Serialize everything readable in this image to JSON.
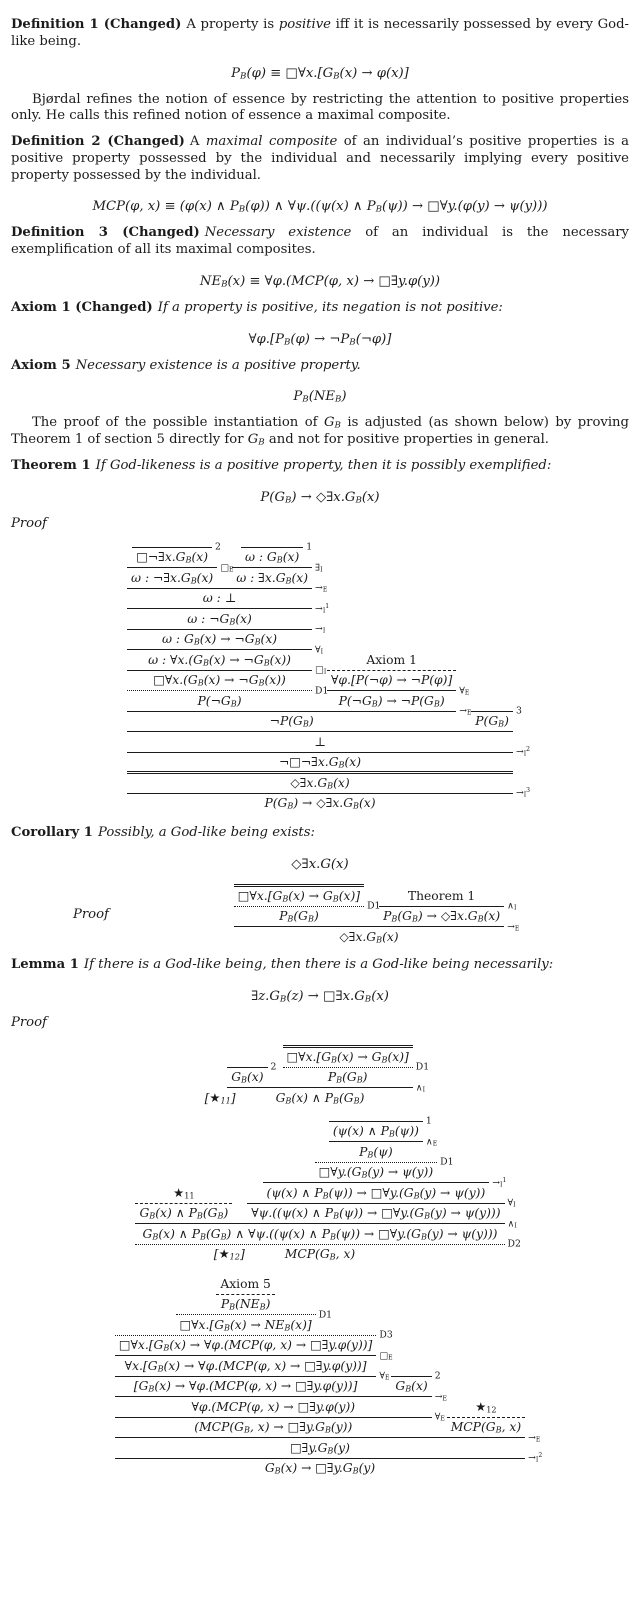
{
  "page": {
    "background": "#ffffff",
    "text_color": "#1b1b1b",
    "line_color": "#1b1b1b"
  },
  "doc": {
    "blocks": [
      {
        "kind": "para",
        "indent": false,
        "runs": [
          [
            "b",
            "Definition 1 (Changed)"
          ],
          [
            "",
            "A property is "
          ],
          [
            "i",
            "positive"
          ],
          [
            "",
            " iff it is necessarily possessed by every God-like being."
          ]
        ]
      },
      {
        "kind": "math",
        "tex": "P_{B}(φ) ≡ □∀x.[G_{B}(x) → φ(x)]"
      },
      {
        "kind": "para",
        "indent": true,
        "runs": [
          [
            "",
            "Bjørdal refines the notion of essence by restricting the attention to positive properties only. He calls this refined notion of essence a maximal composite."
          ]
        ]
      },
      {
        "kind": "para",
        "indent": false,
        "runs": [
          [
            "b",
            "Definition 2 (Changed)"
          ],
          [
            "",
            "A "
          ],
          [
            "i",
            "maximal composite"
          ],
          [
            "",
            " of an individual’s positive properties is a positive property possessed by the individual and necessarily implying every positive property possessed by the individual."
          ]
        ]
      },
      {
        "kind": "math",
        "tex": "MCP(φ, x) ≡ (φ(x) ∧ P_{B}(φ)) ∧ ∀ψ.((ψ(x) ∧ P_{B}(ψ)) → □∀y.(φ(y) → ψ(y)))"
      },
      {
        "kind": "para",
        "indent": false,
        "runs": [
          [
            "b",
            "Definition 3 (Changed)"
          ],
          [
            "i",
            "Necessary existence"
          ],
          [
            "",
            " of an individual is the necessary exemplification of all its maximal composites."
          ]
        ]
      },
      {
        "kind": "math",
        "tex": "NE_{B}(x) ≡ ∀φ.(MCP(φ, x) → □∃y.φ(y))"
      },
      {
        "kind": "para",
        "indent": false,
        "runs": [
          [
            "b",
            "Axiom 1 (Changed)"
          ],
          [
            "i",
            "If a property is positive, its negation is not positive:"
          ]
        ]
      },
      {
        "kind": "math",
        "tex": "∀φ.[P_{B}(φ) → ¬P_{B}(¬φ)]"
      },
      {
        "kind": "para",
        "indent": false,
        "runs": [
          [
            "b",
            "Axiom 5"
          ],
          [
            "i",
            "Necessary existence is a positive property."
          ]
        ]
      },
      {
        "kind": "math",
        "tex": "P_{B}(NE_{B})"
      },
      {
        "kind": "para",
        "indent": true,
        "runs": [
          [
            "",
            "The proof of the possible instantiation of "
          ],
          [
            "m",
            "G_{B}"
          ],
          [
            "",
            " is adjusted (as shown below) by proving Theorem 1 of section 5 directly for "
          ],
          [
            "m",
            "G_{B}"
          ],
          [
            "",
            " and not for positive properties in general."
          ]
        ]
      },
      {
        "kind": "para",
        "indent": false,
        "runs": [
          [
            "b",
            "Theorem 1"
          ],
          [
            "i",
            "If God-likeness is a positive property, then it is possibly exemplified:"
          ]
        ]
      },
      {
        "kind": "math",
        "tex": "P(G_{B}) → ◇∃x.G_{B}(x)"
      },
      {
        "kind": "para",
        "indent": false,
        "runs": [
          [
            "i",
            "Proof"
          ]
        ]
      },
      {
        "kind": "tree",
        "tree": "theorem1"
      },
      {
        "kind": "para",
        "indent": false,
        "runs": [
          [
            "b",
            "Corollary 1"
          ],
          [
            "i",
            "Possibly, a God-like being exists:"
          ]
        ]
      },
      {
        "kind": "math",
        "tex": "◇∃x.G(x)"
      },
      {
        "kind": "proofrow",
        "label": "Proof",
        "tree": "corollary1"
      },
      {
        "kind": "para",
        "indent": false,
        "runs": [
          [
            "b",
            "Lemma 1"
          ],
          [
            "i",
            "If there is a God-like being, then there is a God-like being necessarily:"
          ]
        ]
      },
      {
        "kind": "math",
        "tex": "∃z.G_{B}(z) → □∃x.G_{B}(x)"
      },
      {
        "kind": "para",
        "indent": false,
        "runs": [
          [
            "i",
            "Proof"
          ]
        ]
      },
      {
        "kind": "tree",
        "tree": "lemma1a"
      },
      {
        "kind": "tree",
        "tree": "lemma1b"
      },
      {
        "kind": "tree",
        "tree": "lemma1c"
      }
    ],
    "trees": {
      "theorem1": {
        "f": "P(G_{B}) → ◇∃x.G_{B}(x)",
        "v": "s",
        "r": "→_{I}^{3}",
        "p": [
          {
            "f": "◇∃x.G_{B}(x)",
            "v": "2",
            "p": [
              {
                "f": "¬□¬∃x.G_{B}(x)",
                "v": "s",
                "r": "→_{I}^{2}",
                "p": [
                  {
                    "f": "⊥",
                    "v": "s",
                    "p": [
                      {
                        "f": "¬P(G_{B})",
                        "v": "s",
                        "r": "→_{E}",
                        "p": [
                          {
                            "f": "P(¬G_{B})",
                            "v": "d",
                            "r": "D1",
                            "p": [
                              {
                                "f": "□∀x.(G_{B}(x) → ¬G_{B}(x))",
                                "v": "s",
                                "r": "□_{I}",
                                "p": [
                                  {
                                    "f": "ω : ∀x.(G_{B}(x) → ¬G_{B}(x))",
                                    "v": "s",
                                    "r": "∀_{I}",
                                    "p": [
                                      {
                                        "f": "ω : G_{B}(x) → ¬G_{B}(x)",
                                        "v": "s",
                                        "r": "→_{I}",
                                        "p": [
                                          {
                                            "f": "ω : ¬G_{B}(x)",
                                            "v": "s",
                                            "r": "→_{I}^{1}",
                                            "p": [
                                              {
                                                "f": "ω : ⊥",
                                                "v": "s",
                                                "r": "→_{E}",
                                                "p": [
                                                  {
                                                    "f": "ω : ¬∃x.G_{B}(x)",
                                                    "v": "s",
                                                    "r": "□_{E}",
                                                    "p": [
                                                      {
                                                        "f": "□¬∃x.G_{B}(x)",
                                                        "v": "s",
                                                        "r": "2"
                                                      }
                                                    ]
                                                  },
                                                  {
                                                    "f": "ω : ∃x.G_{B}(x)",
                                                    "v": "s",
                                                    "r": "∃_{I}",
                                                    "p": [
                                                      {
                                                        "f": "ω : G_{B}(x)",
                                                        "v": "s",
                                                        "r": "1"
                                                      }
                                                    ]
                                                  }
                                                ]
                                              }
                                            ]
                                          }
                                        ]
                                      }
                                    ]
                                  }
                                ]
                              }
                            ]
                          },
                          {
                            "f": "P(¬G_{B}) → ¬P(G_{B})",
                            "v": "s",
                            "r": "∀_{E}",
                            "p": [
                              {
                                "f": "∀φ.[P(¬φ) → ¬P(φ)]",
                                "v": "h",
                                "p": [
                                  {
                                    "f": "Axiom 1",
                                    "plain": true
                                  }
                                ]
                              }
                            ]
                          }
                        ]
                      },
                      {
                        "f": "P(G_{B})",
                        "v": "s",
                        "r": "3"
                      }
                    ]
                  }
                ]
              }
            ]
          }
        ]
      },
      "corollary1": {
        "f": "◇∃x.G_{B}(x)",
        "v": "s",
        "r": "→_{E}",
        "p": [
          {
            "f": "P_{B}(G_{B})",
            "v": "d",
            "r": "D1",
            "p": [
              {
                "f": "□∀x.[G_{B}(x) → G_{B}(x)]",
                "v": "2"
              }
            ]
          },
          {
            "f": "P_{B}(G_{B}) → ◇∃x.G_{B}(x)",
            "v": "s",
            "r": "∧_{I}",
            "p": [
              {
                "f": "Theorem 1",
                "plain": true
              }
            ]
          }
        ]
      },
      "lemma1a": {
        "f": "G_{B}(x) ∧ P_{B}(G_{B})",
        "v": "s",
        "r": "∧_{I}",
        "t": "[★_{11}]",
        "p": [
          {
            "f": "G_{B}(x)",
            "v": "s",
            "r": "2"
          },
          {
            "f": "P_{B}(G_{B})",
            "v": "d",
            "r": "D1",
            "p": [
              {
                "f": "□∀x.[G_{B}(x) → G_{B}(x)]",
                "v": "2"
              }
            ]
          }
        ]
      },
      "lemma1b": {
        "f": "MCP(G_{B}, x)",
        "v": "d",
        "r": "D2",
        "t": "[★_{12}]",
        "p": [
          {
            "f": "G_{B}(x) ∧ P_{B}(G_{B}) ∧ ∀ψ.((ψ(x) ∧ P_{B}(ψ)) → □∀y.(G_{B}(y) → ψ(y)))",
            "v": "s",
            "r": "∧_{I}",
            "p": [
              {
                "f": "G_{B}(x) ∧ P_{B}(G_{B})",
                "v": "h",
                "p": [
                  {
                    "f": "★_{11}",
                    "plain": true
                  }
                ]
              },
              {
                "f": "∀ψ.((ψ(x) ∧ P_{B}(ψ)) → □∀y.(G_{B}(y) → ψ(y)))",
                "v": "s",
                "r": "∀_{I}",
                "p": [
                  {
                    "f": "(ψ(x) ∧ P_{B}(ψ)) → □∀y.(G_{B}(y) → ψ(y))",
                    "v": "s",
                    "r": "→_{I}^{1}",
                    "p": [
                      {
                        "f": "□∀y.(G_{B}(y) → ψ(y))",
                        "v": "d",
                        "r": "D1",
                        "p": [
                          {
                            "f": "P_{B}(ψ)",
                            "v": "s",
                            "r": "∧_{E}",
                            "p": [
                              {
                                "f": "(ψ(x) ∧ P_{B}(ψ))",
                                "v": "s",
                                "r": "1"
                              }
                            ]
                          }
                        ]
                      }
                    ]
                  }
                ]
              }
            ]
          }
        ]
      },
      "lemma1c": {
        "f": "G_{B}(x) → □∃y.G_{B}(y)",
        "v": "s",
        "r": "→_{I}^{2}",
        "p": [
          {
            "f": "□∃y.G_{B}(y)",
            "v": "s",
            "r": "→_{E}",
            "p": [
              {
                "f": "(MCP(G_{B}, x) → □∃y.G_{B}(y))",
                "v": "s",
                "r": "∀_{E}",
                "p": [
                  {
                    "f": "∀φ.(MCP(φ, x) → □∃y.φ(y))",
                    "v": "s",
                    "r": "→_{E}",
                    "p": [
                      {
                        "f": "[G_{B}(x) → ∀φ.(MCP(φ, x) → □∃y.φ(y))]",
                        "v": "s",
                        "r": "∀_{E}",
                        "p": [
                          {
                            "f": "∀x.[G_{B}(x) → ∀φ.(MCP(φ, x) → □∃y.φ(y))]",
                            "v": "s",
                            "r": "□_{E}",
                            "p": [
                              {
                                "f": "□∀x.[G_{B}(x) → ∀φ.(MCP(φ, x) → □∃y.φ(y))]",
                                "v": "d",
                                "r": "D3",
                                "p": [
                                  {
                                    "f": "□∀x.[G_{B}(x) → NE_{B}(x)]",
                                    "v": "d",
                                    "r": "D1",
                                    "p": [
                                      {
                                        "f": "P_{B}(NE_{B})",
                                        "v": "h",
                                        "p": [
                                          {
                                            "f": "Axiom 5",
                                            "plain": true
                                          }
                                        ]
                                      }
                                    ]
                                  }
                                ]
                              }
                            ]
                          }
                        ]
                      },
                      {
                        "f": "G_{B}(x)",
                        "v": "s",
                        "r": "2"
                      }
                    ]
                  }
                ]
              },
              {
                "f": "MCP(G_{B}, x)",
                "v": "h",
                "p": [
                  {
                    "f": "★_{12}",
                    "plain": true
                  }
                ]
              }
            ]
          }
        ]
      }
    }
  }
}
